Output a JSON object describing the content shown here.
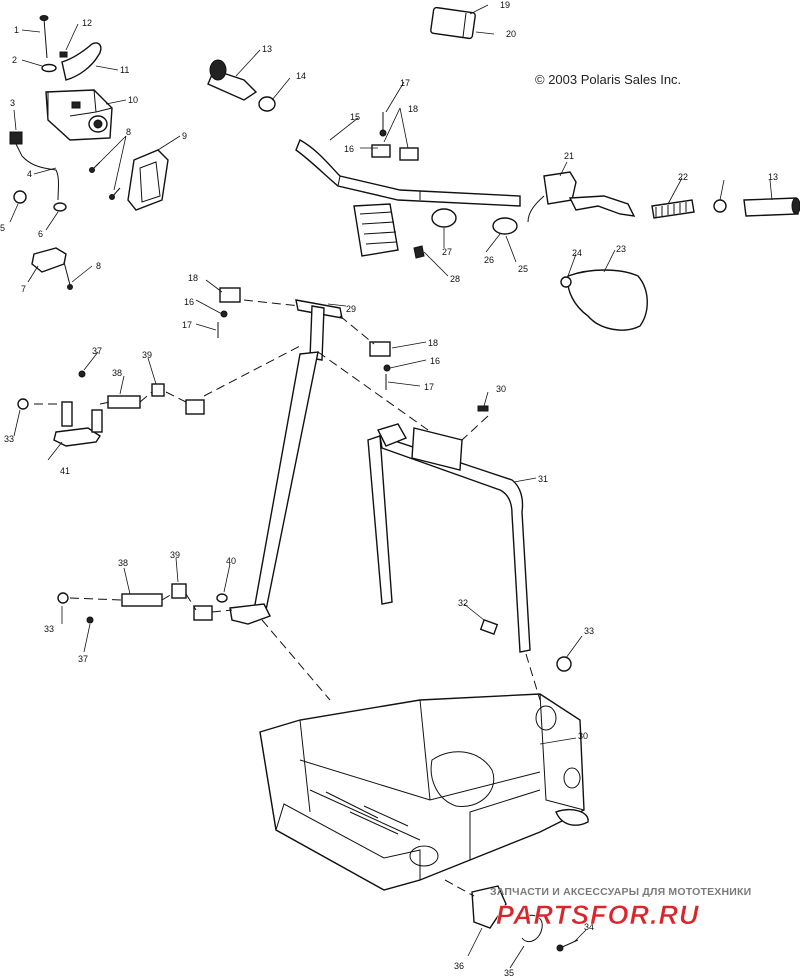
{
  "copyright": "© 2003 Polaris Sales Inc.",
  "watermark": {
    "tagline": "ЗАПЧАСТИ И АКСЕССУАРЫ ДЛЯ МОТОТЕХНИКИ",
    "logo_text": "PARTSFOR.RU"
  },
  "callouts": [
    "1",
    "2",
    "3",
    "4",
    "5",
    "6",
    "7",
    "8",
    "9",
    "10",
    "11",
    "12",
    "13",
    "14",
    "15",
    "16",
    "17",
    "18",
    "19",
    "20",
    "21",
    "22",
    "23",
    "24",
    "25",
    "26",
    "27",
    "28",
    "29",
    "30",
    "31",
    "32",
    "33",
    "34",
    "35",
    "36",
    "37",
    "38",
    "39",
    "40",
    "41"
  ],
  "colors": {
    "line": "#111111",
    "watermark_gray": "#7a7a7a",
    "logo_red": "#d9262a"
  }
}
